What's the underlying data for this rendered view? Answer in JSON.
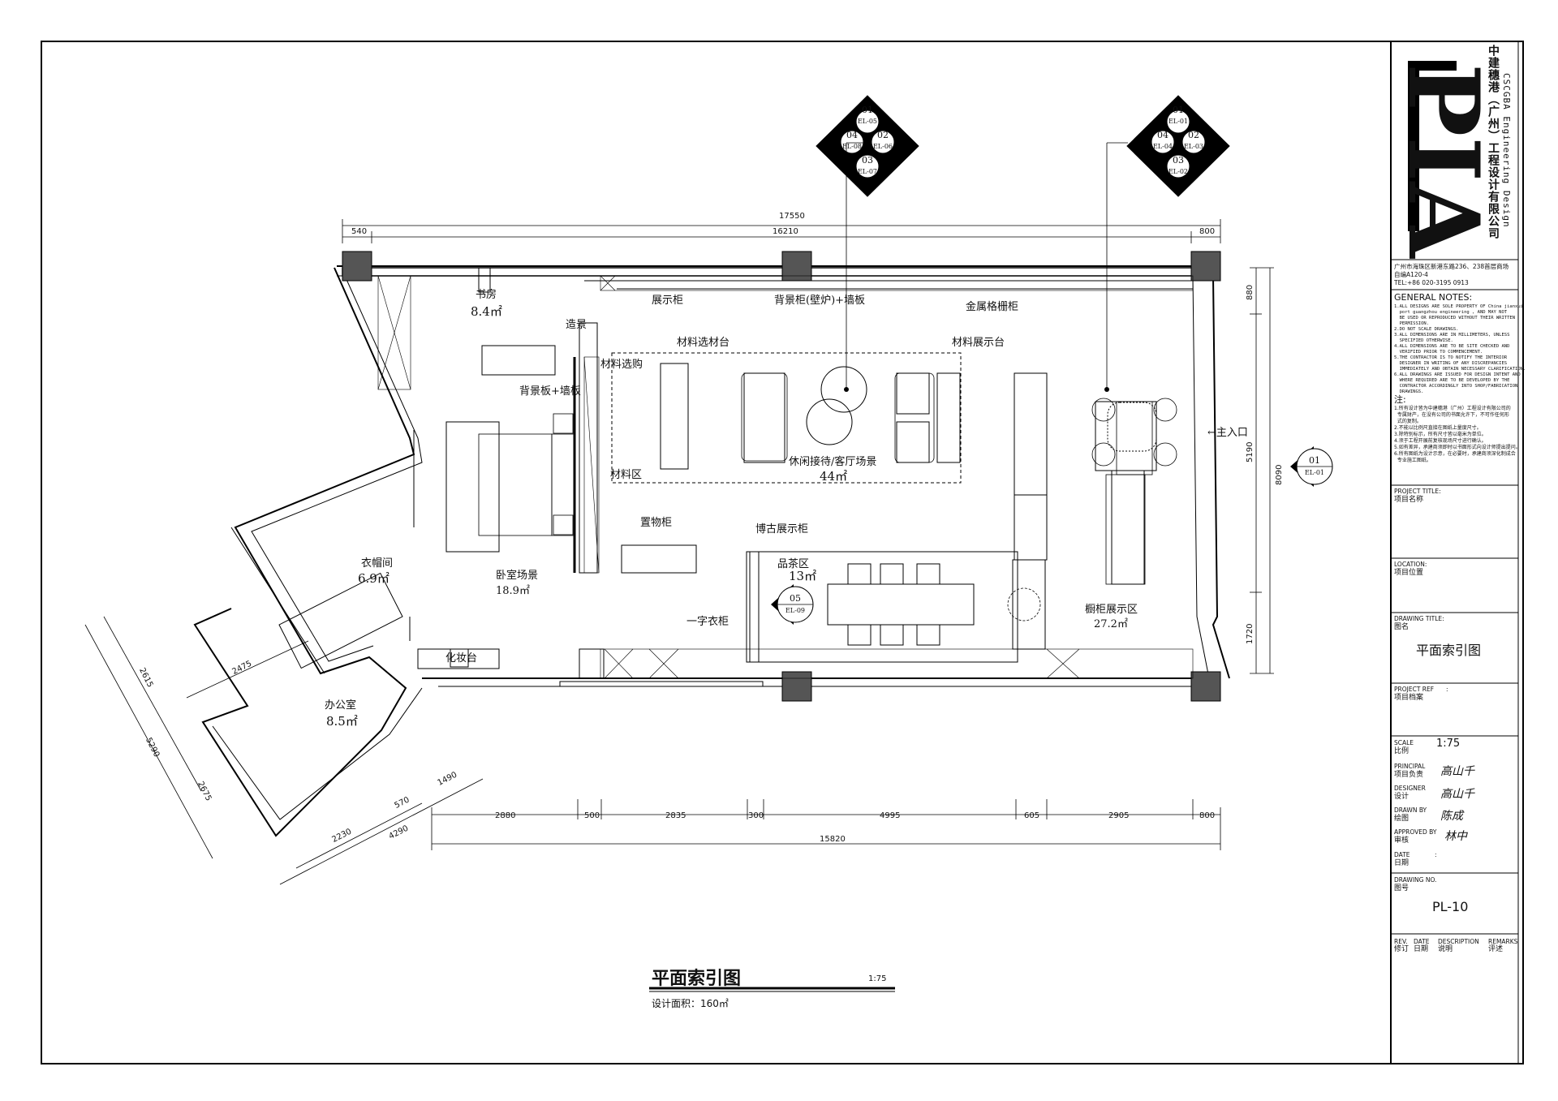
{
  "drawing": {
    "title": "平面索引图",
    "scale": "1:75",
    "area_text": "设计面积：160㎡"
  },
  "rooms": [
    {
      "id": "study",
      "name": "书房",
      "area": "8.4㎡"
    },
    {
      "id": "lounge",
      "name": "休闲接待/客厅场景",
      "area": "44㎡"
    },
    {
      "id": "wardrobe",
      "name": "衣帽间",
      "area": "6.9㎡"
    },
    {
      "id": "bedroom",
      "name": "卧室场景",
      "area": "18.9㎡"
    },
    {
      "id": "tea",
      "name": "品茶区",
      "area": "13㎡"
    },
    {
      "id": "kitchen",
      "name": "橱柜展示区",
      "area": "27.2㎡"
    },
    {
      "id": "office",
      "name": "办公室",
      "area": "8.5㎡"
    }
  ],
  "labels": {
    "display_cabinet": "展示柜",
    "fireplace_cabinet": "背景柜(壁炉)+墙板",
    "metal_grid_cabinet": "金属格栅柜",
    "material_table": "材料选材台",
    "material_display": "材料展示台",
    "material_select": "材料选购",
    "scenery": "造景",
    "bg_board": "背景板+墙板",
    "material_zone": "材料区",
    "storage_cabinet": "置物柜",
    "antique_cabinet": "博古展示柜",
    "straight_wardrobe": "一字衣柜",
    "dressing_table": "化妆台",
    "main_entrance": "←主入口"
  },
  "dims": {
    "top_total": "17550",
    "top_left": "540",
    "top_mid": "16210",
    "top_right": "800",
    "right_880": "880",
    "right_5190": "5190",
    "right_1720": "1720",
    "right_total": "8090",
    "bot_2880": "2880",
    "bot_500": "500",
    "bot_2835": "2835",
    "bot_300": "300",
    "bot_4995": "4995",
    "bot_605": "605",
    "bot_2905": "2905",
    "bot_800": "800",
    "bot_total": "15820",
    "off_2475": "2475",
    "off_2615": "2615",
    "off_5290": "5290",
    "off_2675": "2675",
    "off_2230": "2230",
    "off_570": "570",
    "off_4290": "4290",
    "off_1490": "1490"
  },
  "symbols": {
    "left": {
      "n": "01",
      "nc": "EL-05",
      "e": "02",
      "ec": "EL-06",
      "s": "03",
      "sc": "EL-07",
      "w": "04",
      "wc": "EL-08"
    },
    "right": {
      "n": "01",
      "nc": "EL-01",
      "e": "02",
      "ec": "EL-03",
      "s": "03",
      "sc": "EL-02",
      "w": "04",
      "wc": "EL-04"
    },
    "entry": {
      "num": "01",
      "code": "EL-01"
    },
    "tea": {
      "num": "05",
      "code": "EL-09"
    }
  },
  "title_block": {
    "logo": "PIA",
    "company_cn": "中建穗港（广州）工程设计有限公司",
    "company_en": "CSCGBA Engineering Design",
    "address1": "广州市海珠区新港东路236、238首层商场",
    "address2": "自编A120-4",
    "tel": "TEL:+86 020-3195 0913",
    "general_notes_title": "GENERAL NOTES:",
    "general_notes": "1.ALL DESIGNS ARE SOLE PROPERTY OF China jianxui\n  port guangzhou engineering , AND MAY NOT\n  BE USED OR REPRODUCED WITHOUT THEIR WRITTEN\n  PERMISSION.\n2.DO NOT SCALE DRAWINGS.\n3.ALL DIMENSIONS ARE IN MILLIMETERS, UNLESS\n  SPECIFIED OTHERWISE.\n4.ALL DIMENSIONS ARE TO BE SITE CHECKED AND\n  VERIFIED PRIOR TO COMMENCEMENT.\n5.THE CONTRACTOR IS TO NOTIFY THE INTERIOR\n  DESIGNER IN WRITING OF ANY DISCREPANCIES\n  IMMEDIATELY AND OBTAIN NECESSARY CLARIFICATION.\n6.ALL DRAWINGS ARE ISSUED FOR DESIGN INTENT AND\n  WHERE REQUIRED ARE TO BE DEVELOPED BY THE\n  CONTRACTOR ACCORDINGLY INTO SHOP/FABRICATION\n  DRAWINGS.",
    "cn_notes_title": "注:",
    "cn_notes": "1.所有设计皆为中建穗港（广州）工程设计有限公司的\n  专属财产，在没有公司的书面允许下，不可作任何形\n  式的复制。\n2.不能以比例尺直接在图纸上量度尺寸。\n3.除特别标示，所有尺寸皆以毫米为单位。\n4.须于工程开展前复核现场尺寸进行确认。\n5.如有差异，承建商须即时以书面形式向设计师提出提问。\n6.所有图纸为设计示意，在必要时，承建商须深化制成合\n  专业施工图纸。",
    "project_title_label": "PROJECT TITLE:",
    "project_title_cn": "项目名称",
    "location_label": "LOCATION:",
    "location_cn": "项目位置",
    "drawing_title_label": "DRAWING TITLE:",
    "drawing_title_cn": "图名",
    "drawing_title_value": "平面索引图",
    "project_ref_label": "PROJECT REF",
    "project_ref_colon": ":",
    "project_ref_cn": "项目档案",
    "scale_label": "SCALE",
    "scale_cn": "比例",
    "scale_value": "1:75",
    "principal_label": "PRINCIPAL",
    "principal_cn": "项目负责",
    "designer_label": "DESIGNER",
    "designer_cn": "设计",
    "drawn_label": "DRAWN BY",
    "drawn_cn": "绘图",
    "approved_label": "APPROVED BY",
    "approved_cn": "审核",
    "date_label": "DATE",
    "date_cn": "日期",
    "date_colon": ":",
    "drawing_no_label": "DRAWING NO.",
    "drawing_no_cn": "图号",
    "drawing_no_value": "PL-10",
    "rev_label": "REV.",
    "rev_cn": "修订",
    "rdate_label": "DATE",
    "rdate_cn": "日期",
    "desc_label": "DESCRIPTION",
    "desc_cn": "说明",
    "remarks_label": "REMARKS",
    "remarks_cn": "评述",
    "sig_principal": "高山千",
    "sig_designer": "高山千",
    "sig_drawn": "陈成",
    "sig_approved": "林中"
  }
}
